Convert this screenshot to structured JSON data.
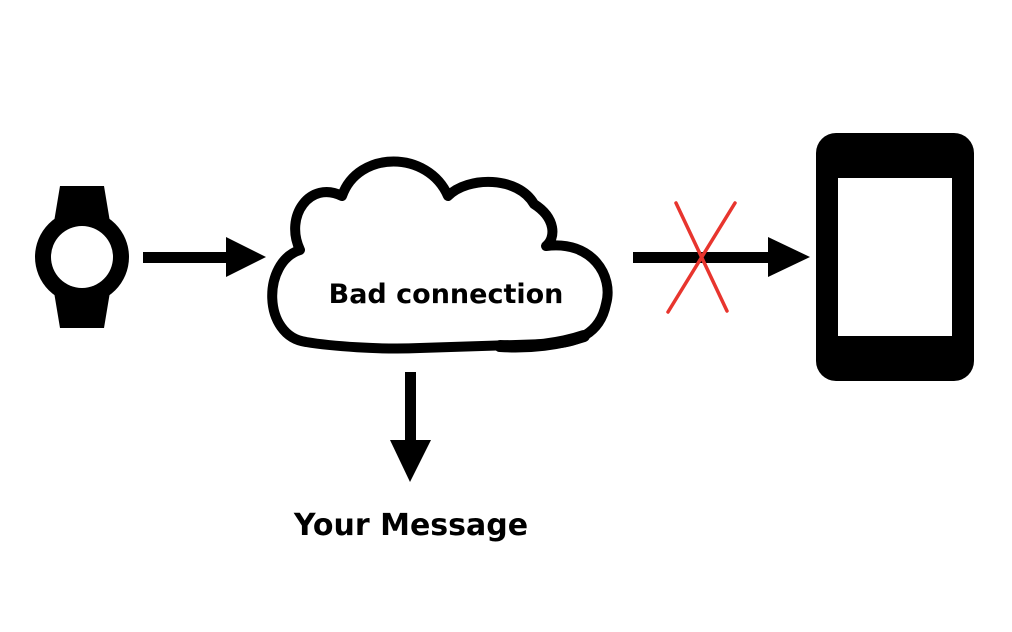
{
  "diagram": {
    "cloud_label": "Bad connection",
    "output_label": "Your Message",
    "colors": {
      "ink": "#000000",
      "background": "#ffffff",
      "fail": "#e8352e"
    },
    "nodes": [
      {
        "icon": "watch-icon"
      },
      {
        "icon": "cloud-icon"
      },
      {
        "icon": "phone-icon"
      }
    ],
    "edges": [
      {
        "from": "watch",
        "to": "cloud",
        "status": "ok"
      },
      {
        "from": "cloud",
        "to": "phone",
        "status": "blocked"
      },
      {
        "from": "cloud",
        "to": "message",
        "status": "ok"
      }
    ]
  }
}
